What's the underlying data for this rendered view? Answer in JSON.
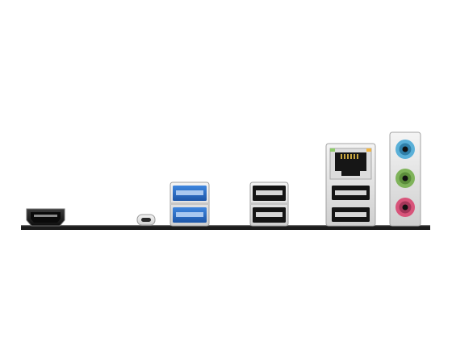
{
  "image": {
    "background": "#ffffff",
    "colors": {
      "board": "#1c1c1c",
      "metal": "#e6e6e6",
      "metal_shadow": "#b9b9b9",
      "usb3_blue": "#2f73c9",
      "usb2_black": "#151515",
      "audio_blue": "#5ab0d8",
      "audio_green": "#7fb35a",
      "audio_pink": "#d8547a"
    },
    "ports": [
      {
        "name": "hdmi-port",
        "icon": "hdmi-port-icon"
      },
      {
        "name": "usb-c-port",
        "icon": "usb-c-port-icon"
      },
      {
        "name": "usb3-ports",
        "icon": "usb3-ports-icon"
      },
      {
        "name": "usb2-ports",
        "icon": "usb2-ports-icon"
      },
      {
        "name": "ethernet-usb-stack",
        "icon": "ethernet-port-icon"
      },
      {
        "name": "audio-jacks",
        "icon": "audio-jack-icon"
      }
    ]
  }
}
